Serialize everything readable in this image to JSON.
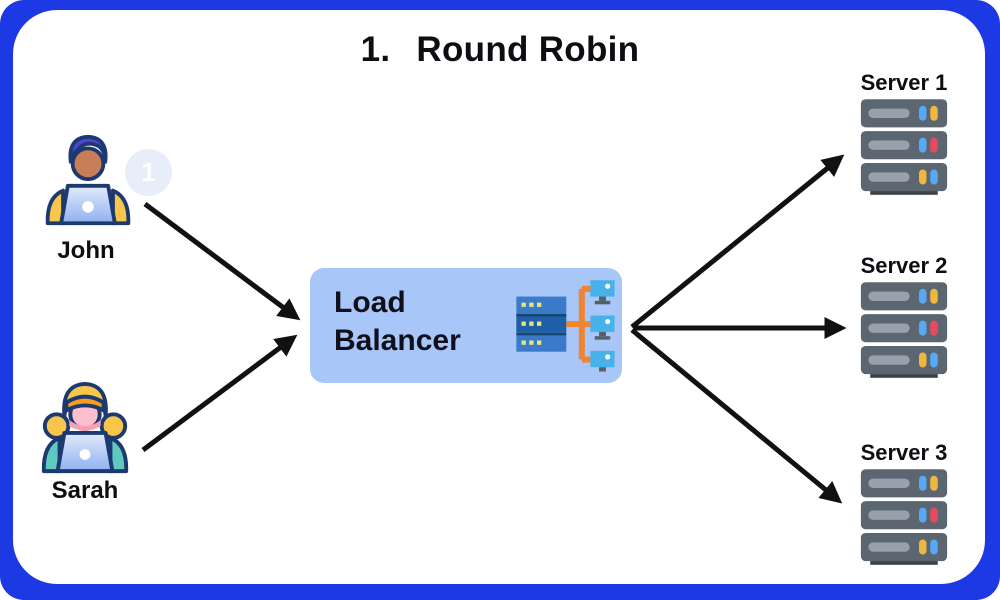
{
  "title": {
    "number": "1.",
    "text": "Round Robin"
  },
  "clients": [
    {
      "name": "John",
      "request_badge": "1"
    },
    {
      "name": "Sarah"
    }
  ],
  "load_balancer": {
    "label": "Load Balancer"
  },
  "servers": [
    {
      "label": "Server 1"
    },
    {
      "label": "Server 2"
    },
    {
      "label": "Server 3"
    }
  ],
  "colors": {
    "frame_blue": "#1c39e3",
    "panel_white": "#ffffff",
    "lb_box_fill": "#a9c6f8",
    "arrow_black": "#111111",
    "badge_fill": "#e7eefa",
    "server_body": "#5c6670",
    "light_blue": "#57a8f5",
    "light_yellow": "#f0b73e",
    "light_red": "#e64a5e"
  },
  "icons": {
    "john": "person-at-laptop-icon",
    "sarah": "person-at-laptop-icon",
    "load_balancer": "server-network-icon",
    "server": "server-rack-icon"
  }
}
